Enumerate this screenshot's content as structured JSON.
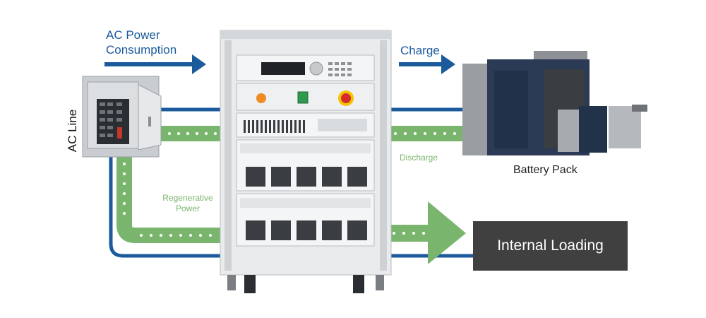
{
  "labels": {
    "ac_power_consumption_line1": "AC Power",
    "ac_power_consumption_line2": "Consumption",
    "charge": "Charge",
    "ac_line": "AC Line",
    "discharge": "Discharge",
    "regenerative_line1": "Regenerative",
    "regenerative_line2": "Power",
    "battery_pack": "Battery Pack",
    "internal_loading": "Internal Loading"
  },
  "colors": {
    "blue": "#1b5a9b",
    "green": "#7ab56d",
    "dark_box": "#404040"
  }
}
